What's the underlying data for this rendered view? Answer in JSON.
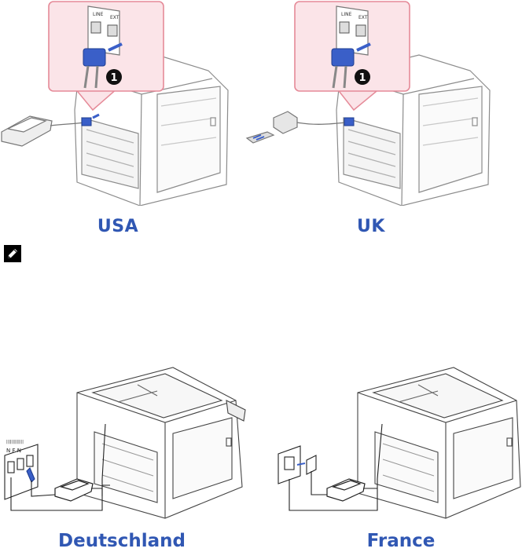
{
  "captions": {
    "usa": "USA",
    "uk": "UK",
    "deutschland": "Deutschland",
    "france": "France"
  },
  "callout": {
    "line_label": "LINE",
    "ext_label": "EXT",
    "step_number": "1"
  },
  "note_icon": "note-pencil-icon",
  "colors": {
    "caption": "#3057b3",
    "connector": "#3a5fc8",
    "callout_fill": "#fbe4e8",
    "callout_border": "#e58a98"
  }
}
